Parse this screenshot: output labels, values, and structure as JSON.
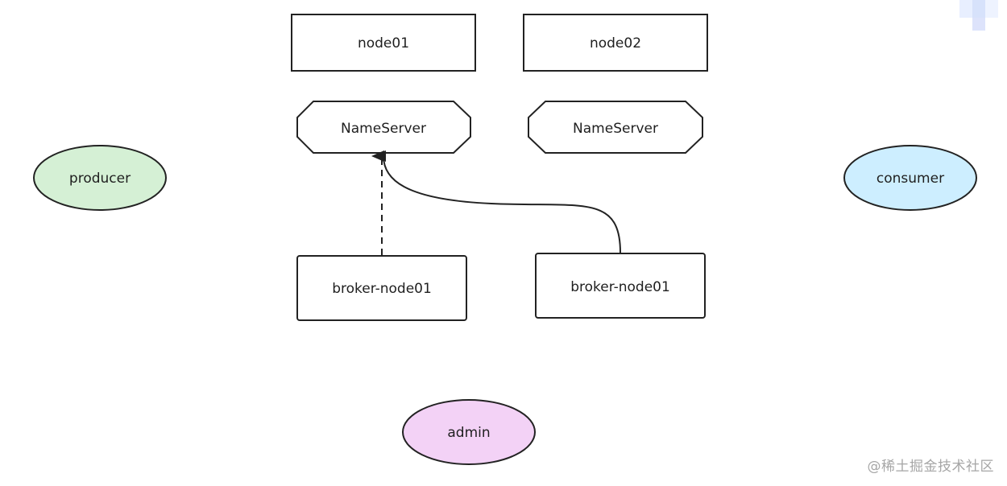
{
  "diagram": {
    "nodes": {
      "node01": {
        "label": "node01"
      },
      "node02": {
        "label": "node02"
      },
      "nameserver_left": {
        "label": "NameServer"
      },
      "nameserver_right": {
        "label": "NameServer"
      },
      "broker_left": {
        "label": "broker-node01"
      },
      "broker_right": {
        "label": "broker-node01"
      },
      "producer": {
        "label": "producer",
        "fill": "#d5f0d5"
      },
      "consumer": {
        "label": "consumer",
        "fill": "#cdeeff"
      },
      "admin": {
        "label": "admin",
        "fill": "#f3d2f6"
      }
    },
    "edges": [
      {
        "from": "broker_left",
        "to": "nameserver_left",
        "style": "dashed"
      },
      {
        "from": "broker_right",
        "to": "nameserver_left",
        "style": "solid-curved"
      }
    ],
    "stroke_color": "#222222"
  },
  "watermark": {
    "text": "@稀土掘金技术社区"
  }
}
